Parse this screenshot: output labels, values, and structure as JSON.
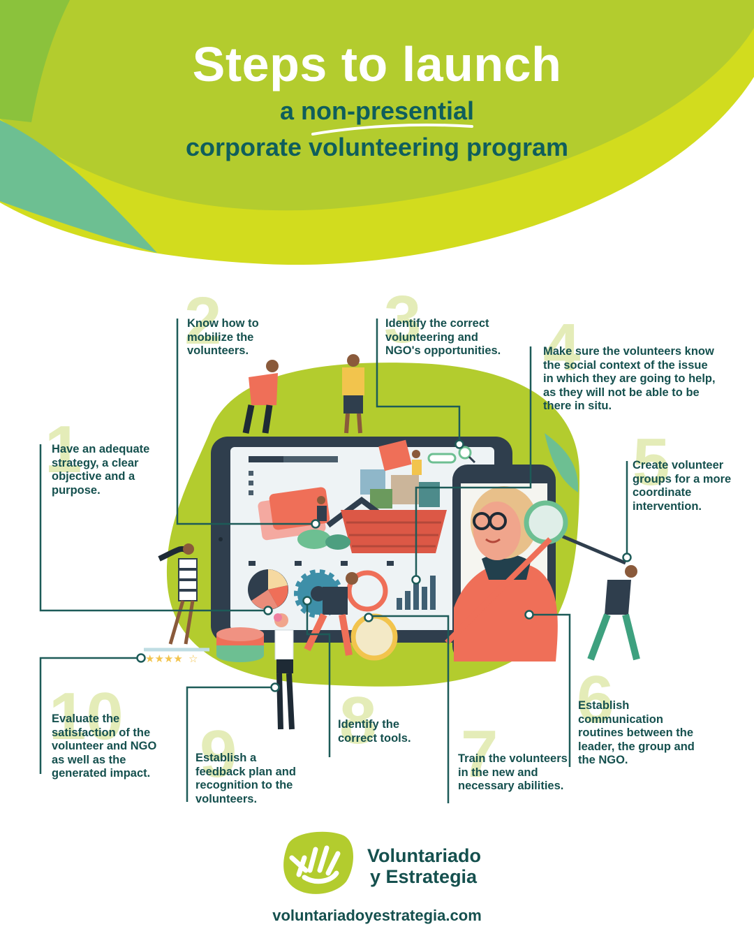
{
  "header": {
    "title": "Steps to launch",
    "subtitle_line1": "a non-presential",
    "subtitle_line2": "corporate volunteering program"
  },
  "steps": [
    {
      "number": "1",
      "text": "Have an adequate strategy, a clear objective and a purpose."
    },
    {
      "number": "2",
      "text": "Know how to mobilize the volunteers."
    },
    {
      "number": "3",
      "text": "Identify the correct volunteering and NGO's opportunities."
    },
    {
      "number": "4",
      "text": "Make sure the volunteers know the social context of the issue in which they are going to help, as they will not be able to be there in situ."
    },
    {
      "number": "5",
      "text": "Create volunteer groups for a more coordinate intervention."
    },
    {
      "number": "6",
      "text": "Establish communication routines between the leader, the group and the NGO."
    },
    {
      "number": "7",
      "text": "Train the volunteers in the new and necessary abilities."
    },
    {
      "number": "8",
      "text": "Identify the correct tools."
    },
    {
      "number": "9",
      "text": "Establish a feedback plan and recognition to the volunteers."
    },
    {
      "number": "10",
      "text": "Evaluate the satisfaction of the volunteer and NGO as well as the generated impact."
    }
  ],
  "brand": {
    "name_line1": "Voluntariado",
    "name_line2": "y Estrategia",
    "website": "voluntariadoyestrategia.com"
  },
  "colors": {
    "lime": "#b3cc2e",
    "yellow_green": "#d2dc1e",
    "teal_green": "#6dbf92",
    "dark_teal": "#15504e",
    "accent_coral": "#ef6f58",
    "numeral_tint": "#e4ecb8"
  },
  "icons": [
    "volunteer-hand-logo-icon",
    "star-rating-icon",
    "magnifier-icon",
    "gear-icon",
    "pie-chart-icon",
    "bar-chart-icon",
    "basket-icon"
  ],
  "rating": {
    "stars_filled": 4,
    "stars_total": 5
  }
}
